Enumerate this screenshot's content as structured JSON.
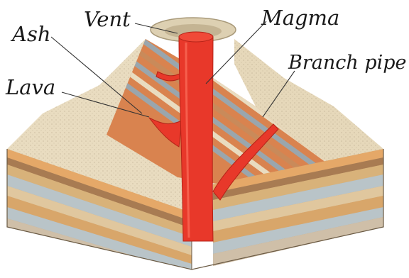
{
  "labels": {
    "vent": "Vent",
    "magma": "Magma",
    "ash": "Ash",
    "branch_pipe": "Branch pipe",
    "lava": "Lava"
  },
  "colors": {
    "background": "#ffffff",
    "magma_red": "#e8382a",
    "magma_dark": "#b42318",
    "sand": "#e9dcc0",
    "sand_dark": "#cdbb98",
    "ash_gray": "#9aa6ad",
    "lava_orange": "#d9834f",
    "stratum_brown": "#a87b52",
    "stratum_blue": "#b9c4c8",
    "stratum_tan": "#d8b27a",
    "leader_line": "#333333"
  },
  "icons": {
    "diagram": "volcano-cross-section"
  }
}
